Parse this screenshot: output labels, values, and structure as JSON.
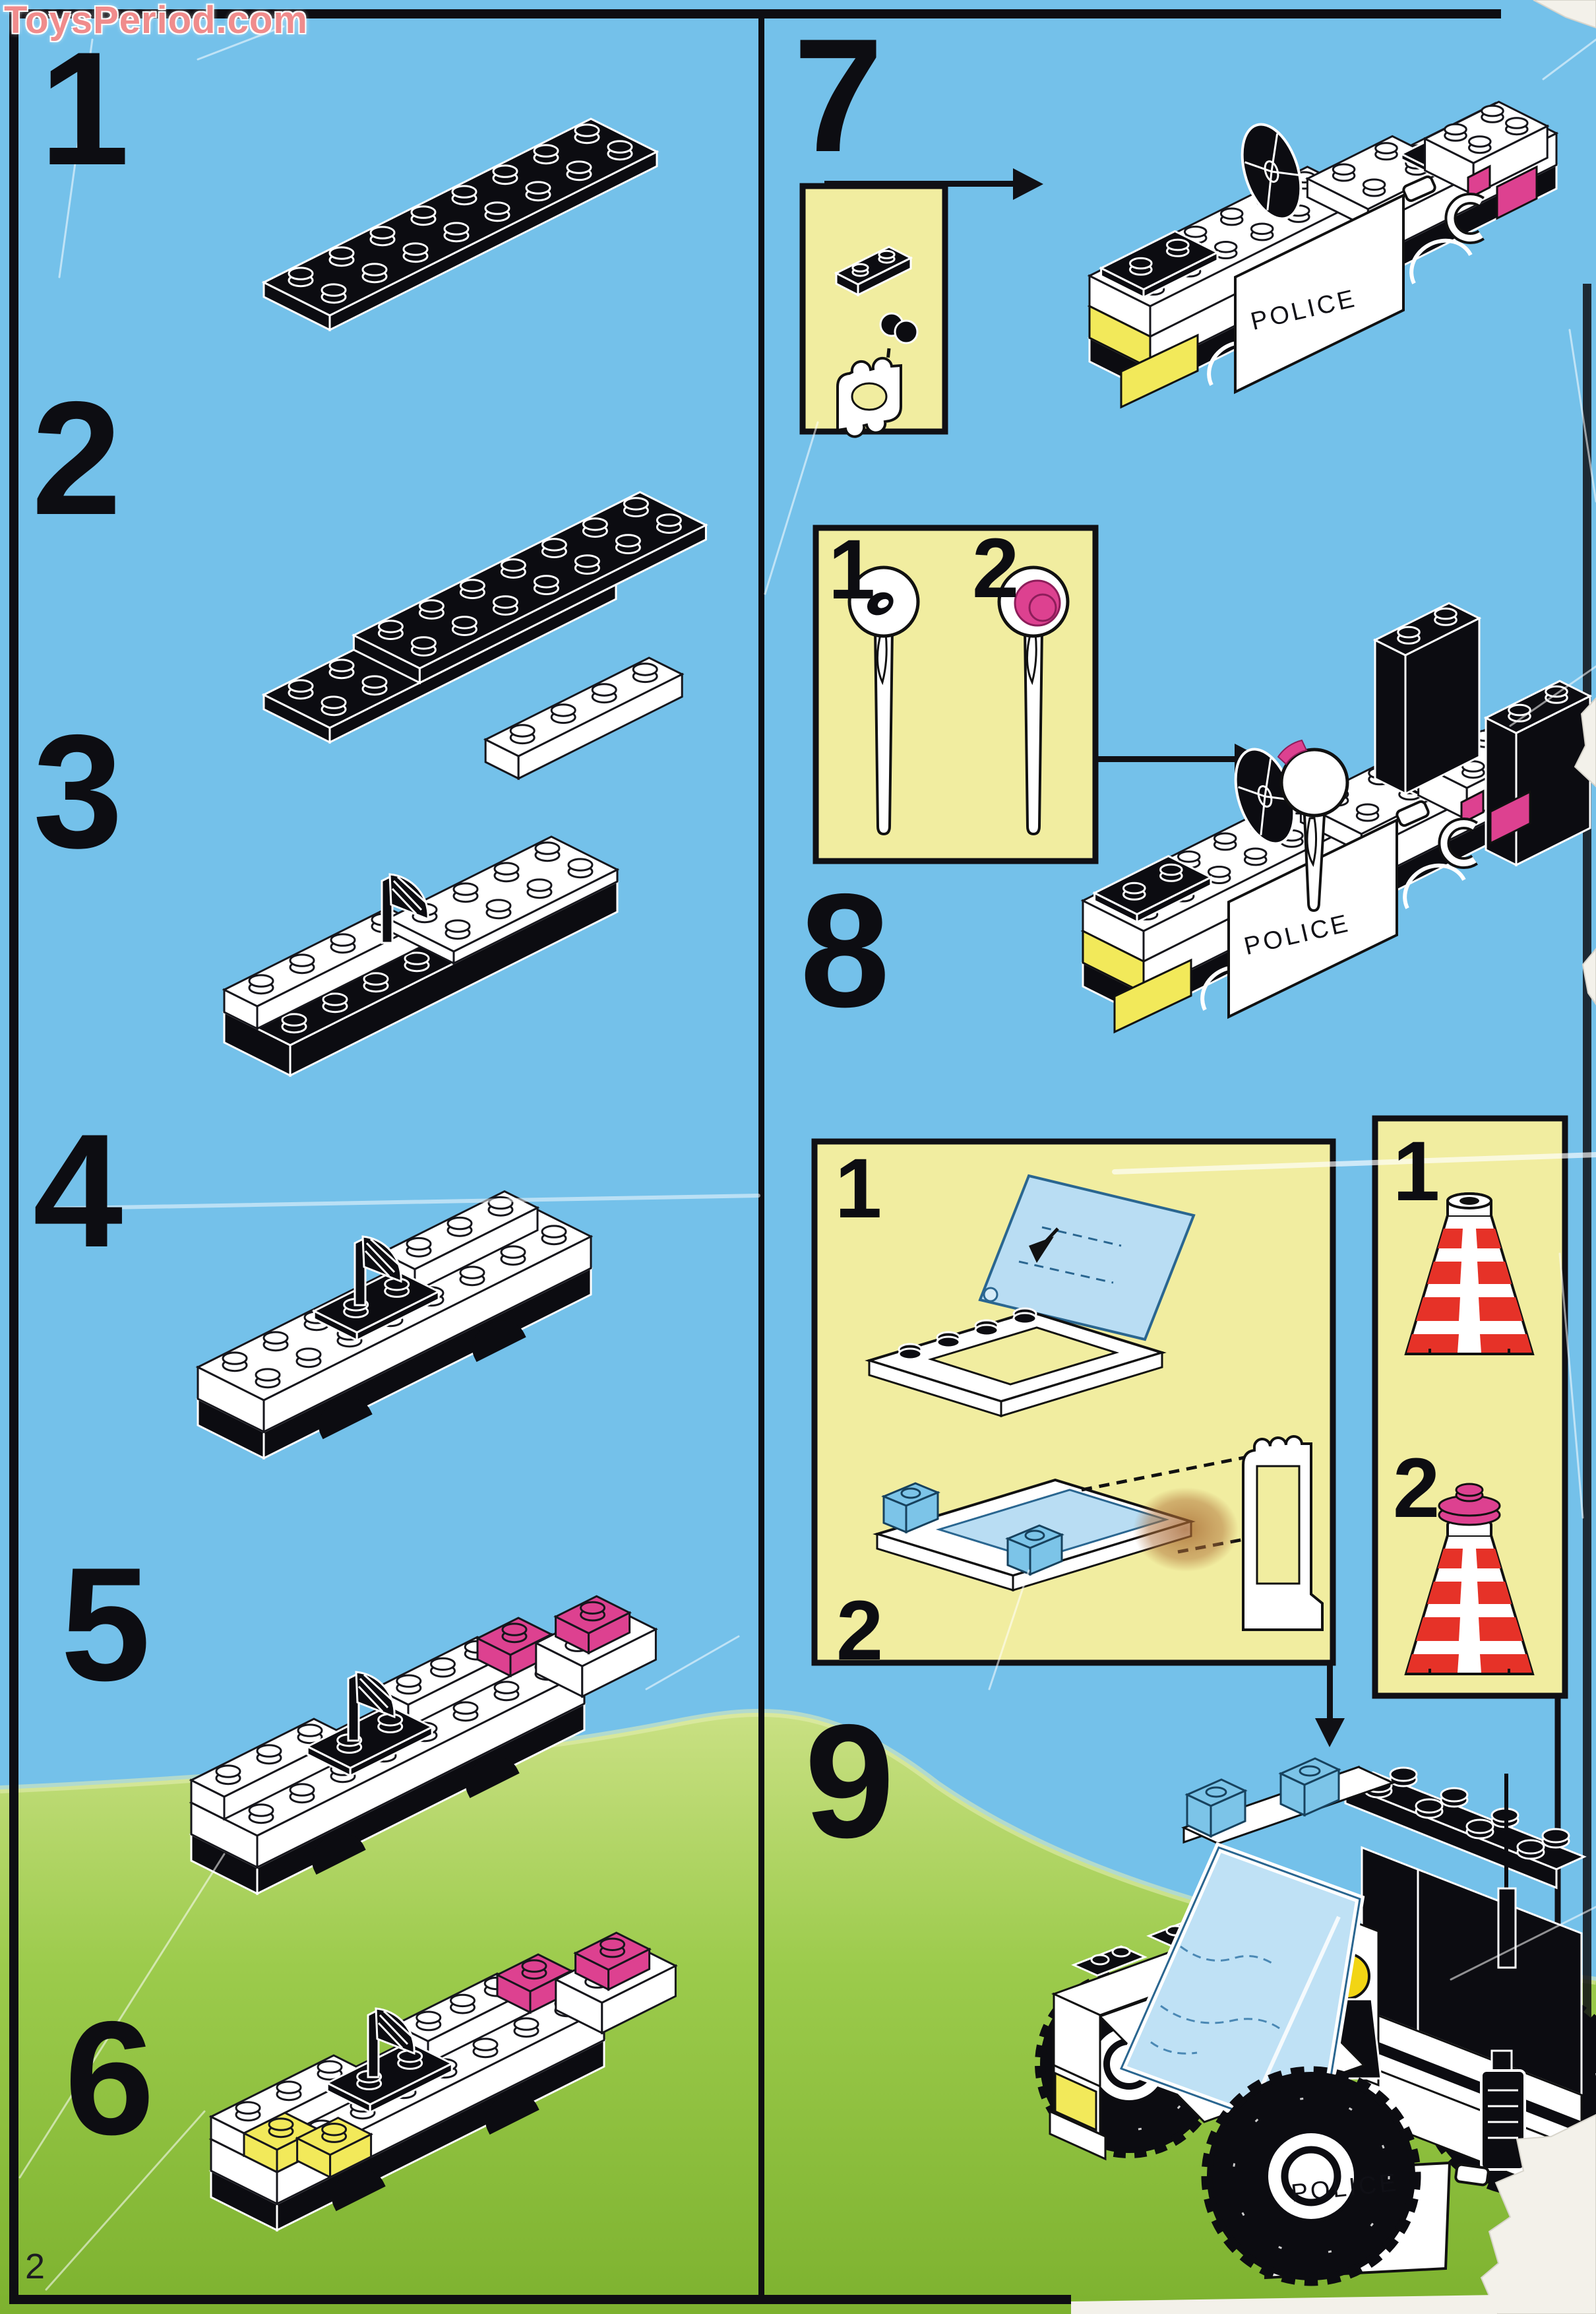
{
  "page": {
    "number": "2",
    "kind": "building-instructions"
  },
  "watermark": "ToysPeriod.com",
  "vehicle": {
    "decal": "POLICE"
  },
  "steps": {
    "s1": "1",
    "s2": "2",
    "s3": "3",
    "s4": "4",
    "s5": "5",
    "s6": "6",
    "s7": "7",
    "s8": "8",
    "s9": "9"
  },
  "callouts": {
    "lights": {
      "one": "1",
      "two": "2"
    },
    "glass": {
      "one": "1",
      "two": "2"
    },
    "cones": {
      "one": "1",
      "two": "2"
    }
  },
  "colors": {
    "sky": "#74c1ea",
    "grass_light": "#c8df7c",
    "grass_dark": "#7db22f",
    "panel_yellow": "#f1eda0",
    "brick_black": "#0c0c11",
    "brick_white": "#ffffff",
    "accent_pink": "#dd4190",
    "accent_yellow": "#f2e95a",
    "trans_blue": "#7cc4e8",
    "stripe_red": "#e63228",
    "watermark_pink": "#f08c8c",
    "ink": "#111111"
  }
}
